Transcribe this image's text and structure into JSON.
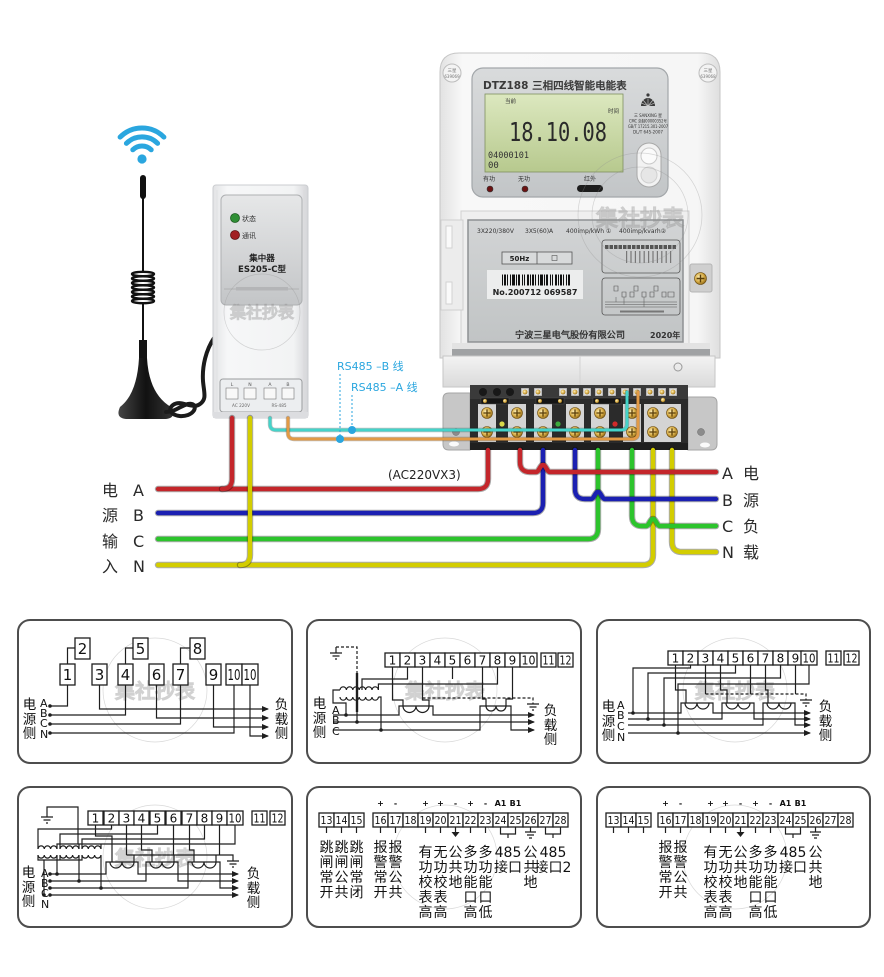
{
  "colors": {
    "signal": "#2aa6df",
    "annotation": "#2aa6df",
    "phase_a": "#c4262b",
    "phase_b": "#1b20b2",
    "phase_c": "#2cc42c",
    "neutral": "#d3cd00",
    "rs485_a": "#45d3c9",
    "rs485_b": "#e29a45"
  },
  "concentrator": {
    "name": "集中器",
    "model": "ES205-C型",
    "indicators": [
      {
        "label": "状态",
        "color": "#2f8f35"
      },
      {
        "label": "通讯",
        "color": "#a11f23"
      }
    ],
    "terminals": [
      "L",
      "N",
      "A",
      "B"
    ],
    "terminal_groups": [
      "AC 220V",
      "RS-485"
    ]
  },
  "meter": {
    "title": "DTZ188 三相四线智能电能表",
    "seals": [
      {
        "brand": "三星",
        "code": "639069"
      },
      {
        "brand": "三星",
        "code": "639068"
      }
    ],
    "lcd": {
      "top_label": "当前",
      "right_label": "时间",
      "reading": "18.10.08",
      "code": "04000101",
      "sub_code": "00"
    },
    "brand_lines": [
      "三 SANXING 星",
      "CMC 浙制00000352号",
      "GB/T 17215.301-2007",
      "DL/T 645-2007"
    ],
    "pulse_leds": [
      {
        "label": "有功"
      },
      {
        "label": "无功"
      }
    ],
    "ir_port_label": "红外",
    "ratings": [
      "3X220/380V",
      "3X5(60)A",
      "400imp/kWh ①",
      "400imp/kvarh②"
    ],
    "frequency": "50Hz",
    "serial_number": "No.200712 069587",
    "manufacturer": "宁波三星电气股份有限公司",
    "year": "2020年"
  },
  "annotations": {
    "rs485_b": "RS485 –B 线",
    "rs485_a": "RS485 –A 线",
    "supply_voltage": "(AC220VX3)"
  },
  "source_side": [
    {
      "char": "电",
      "phase": "A"
    },
    {
      "char": "源",
      "phase": "B"
    },
    {
      "char": "输",
      "phase": "C"
    },
    {
      "char": "入",
      "phase": "N"
    }
  ],
  "load_side": [
    {
      "phase": "A",
      "char": "电"
    },
    {
      "phase": "B",
      "char": "源"
    },
    {
      "phase": "C",
      "char": "负"
    },
    {
      "phase": "N",
      "char": "载"
    }
  ],
  "watermark": {
    "text": "集社抄表"
  },
  "wiring_diagrams": [
    {
      "terminals": [
        "1",
        "2",
        "3",
        "4",
        "5",
        "6",
        "7",
        "8",
        "9",
        "10",
        "10"
      ],
      "source_label": "电源侧",
      "load_label": "负载侧",
      "phases": [
        "A",
        "B",
        "C",
        "N"
      ]
    },
    {
      "terminals": [
        "1",
        "2",
        "3",
        "4",
        "5",
        "6",
        "7",
        "8",
        "9",
        "10",
        "11",
        "12"
      ],
      "source_label": "电源侧",
      "load_label": "负载侧",
      "phases": [
        "A",
        "B",
        "C"
      ]
    },
    {
      "terminals": [
        "1",
        "2",
        "3",
        "4",
        "5",
        "6",
        "7",
        "8",
        "9",
        "10",
        "11",
        "12"
      ],
      "source_label": "电源侧",
      "load_label": "负载侧",
      "phases": [
        "A",
        "B",
        "C",
        "N"
      ]
    },
    {
      "terminals": [
        "1",
        "2",
        "3",
        "4",
        "5",
        "6",
        "7",
        "8",
        "9",
        "10",
        "11",
        "12"
      ],
      "source_label": "电源侧",
      "load_label": "负载侧",
      "phases": [
        "A",
        "B",
        "C",
        "N"
      ]
    },
    {
      "terminals": [
        "13",
        "14",
        "15",
        "16",
        "17",
        "18",
        "19",
        "20",
        "21",
        "22",
        "23",
        "24",
        "25",
        "26",
        "27",
        "28"
      ],
      "polarity": [
        {
          "terminal": "16",
          "sign": "+"
        },
        {
          "terminal": "17",
          "sign": "-"
        },
        {
          "terminal": "19",
          "sign": "+"
        },
        {
          "terminal": "20",
          "sign": "+"
        },
        {
          "terminal": "21",
          "sign": "-"
        },
        {
          "terminal": "22",
          "sign": "+"
        },
        {
          "terminal": "23",
          "sign": "-"
        },
        {
          "terminal": "24",
          "sign": "A1"
        },
        {
          "terminal": "25",
          "sign": "B1"
        }
      ],
      "functions": [
        {
          "terminal": "13",
          "label": "跳闸常开"
        },
        {
          "terminal": "14",
          "label": "跳闸公共"
        },
        {
          "terminal": "15",
          "label": "跳闸常闭"
        },
        {
          "terminal": "16",
          "label": "报警常开"
        },
        {
          "terminal": "17",
          "label": "报警公共"
        },
        {
          "terminal": "19",
          "label": "有功校表高"
        },
        {
          "terminal": "20",
          "label": "无功校表高"
        },
        {
          "terminal": "21",
          "label": "公共地"
        },
        {
          "terminal": "22",
          "label": "多功能口高"
        },
        {
          "terminal": "23",
          "label": "多功能口低"
        },
        {
          "terminal": "24-25",
          "label": "485接口",
          "lines": [
            "485",
            "接口"
          ]
        },
        {
          "terminal": "26",
          "label": "公共地"
        },
        {
          "terminal": "27-28",
          "label": "485接口2",
          "lines": [
            "485",
            "接口2"
          ]
        }
      ]
    },
    {
      "terminals": [
        "13",
        "14",
        "15",
        "16",
        "17",
        "18",
        "19",
        "20",
        "21",
        "22",
        "23",
        "24",
        "25",
        "26",
        "27",
        "28"
      ],
      "polarity": [
        {
          "terminal": "16",
          "sign": "+"
        },
        {
          "terminal": "17",
          "sign": "-"
        },
        {
          "terminal": "19",
          "sign": "+"
        },
        {
          "terminal": "20",
          "sign": "+"
        },
        {
          "terminal": "21",
          "sign": "-"
        },
        {
          "terminal": "22",
          "sign": "+"
        },
        {
          "terminal": "23",
          "sign": "-"
        },
        {
          "terminal": "24",
          "sign": "A1"
        },
        {
          "terminal": "25",
          "sign": "B1"
        }
      ],
      "functions": [
        {
          "terminal": "16",
          "label": "报警常开"
        },
        {
          "terminal": "17",
          "label": "报警公共"
        },
        {
          "terminal": "19",
          "label": "有功校表高"
        },
        {
          "terminal": "20",
          "label": "无功校表高"
        },
        {
          "terminal": "21",
          "label": "公共地"
        },
        {
          "terminal": "22",
          "label": "多功能口高"
        },
        {
          "terminal": "23",
          "label": "多功能口低"
        },
        {
          "terminal": "24-25",
          "label": "485接口",
          "lines": [
            "485",
            "接口"
          ]
        },
        {
          "terminal": "26",
          "label": "公共地"
        }
      ]
    }
  ]
}
